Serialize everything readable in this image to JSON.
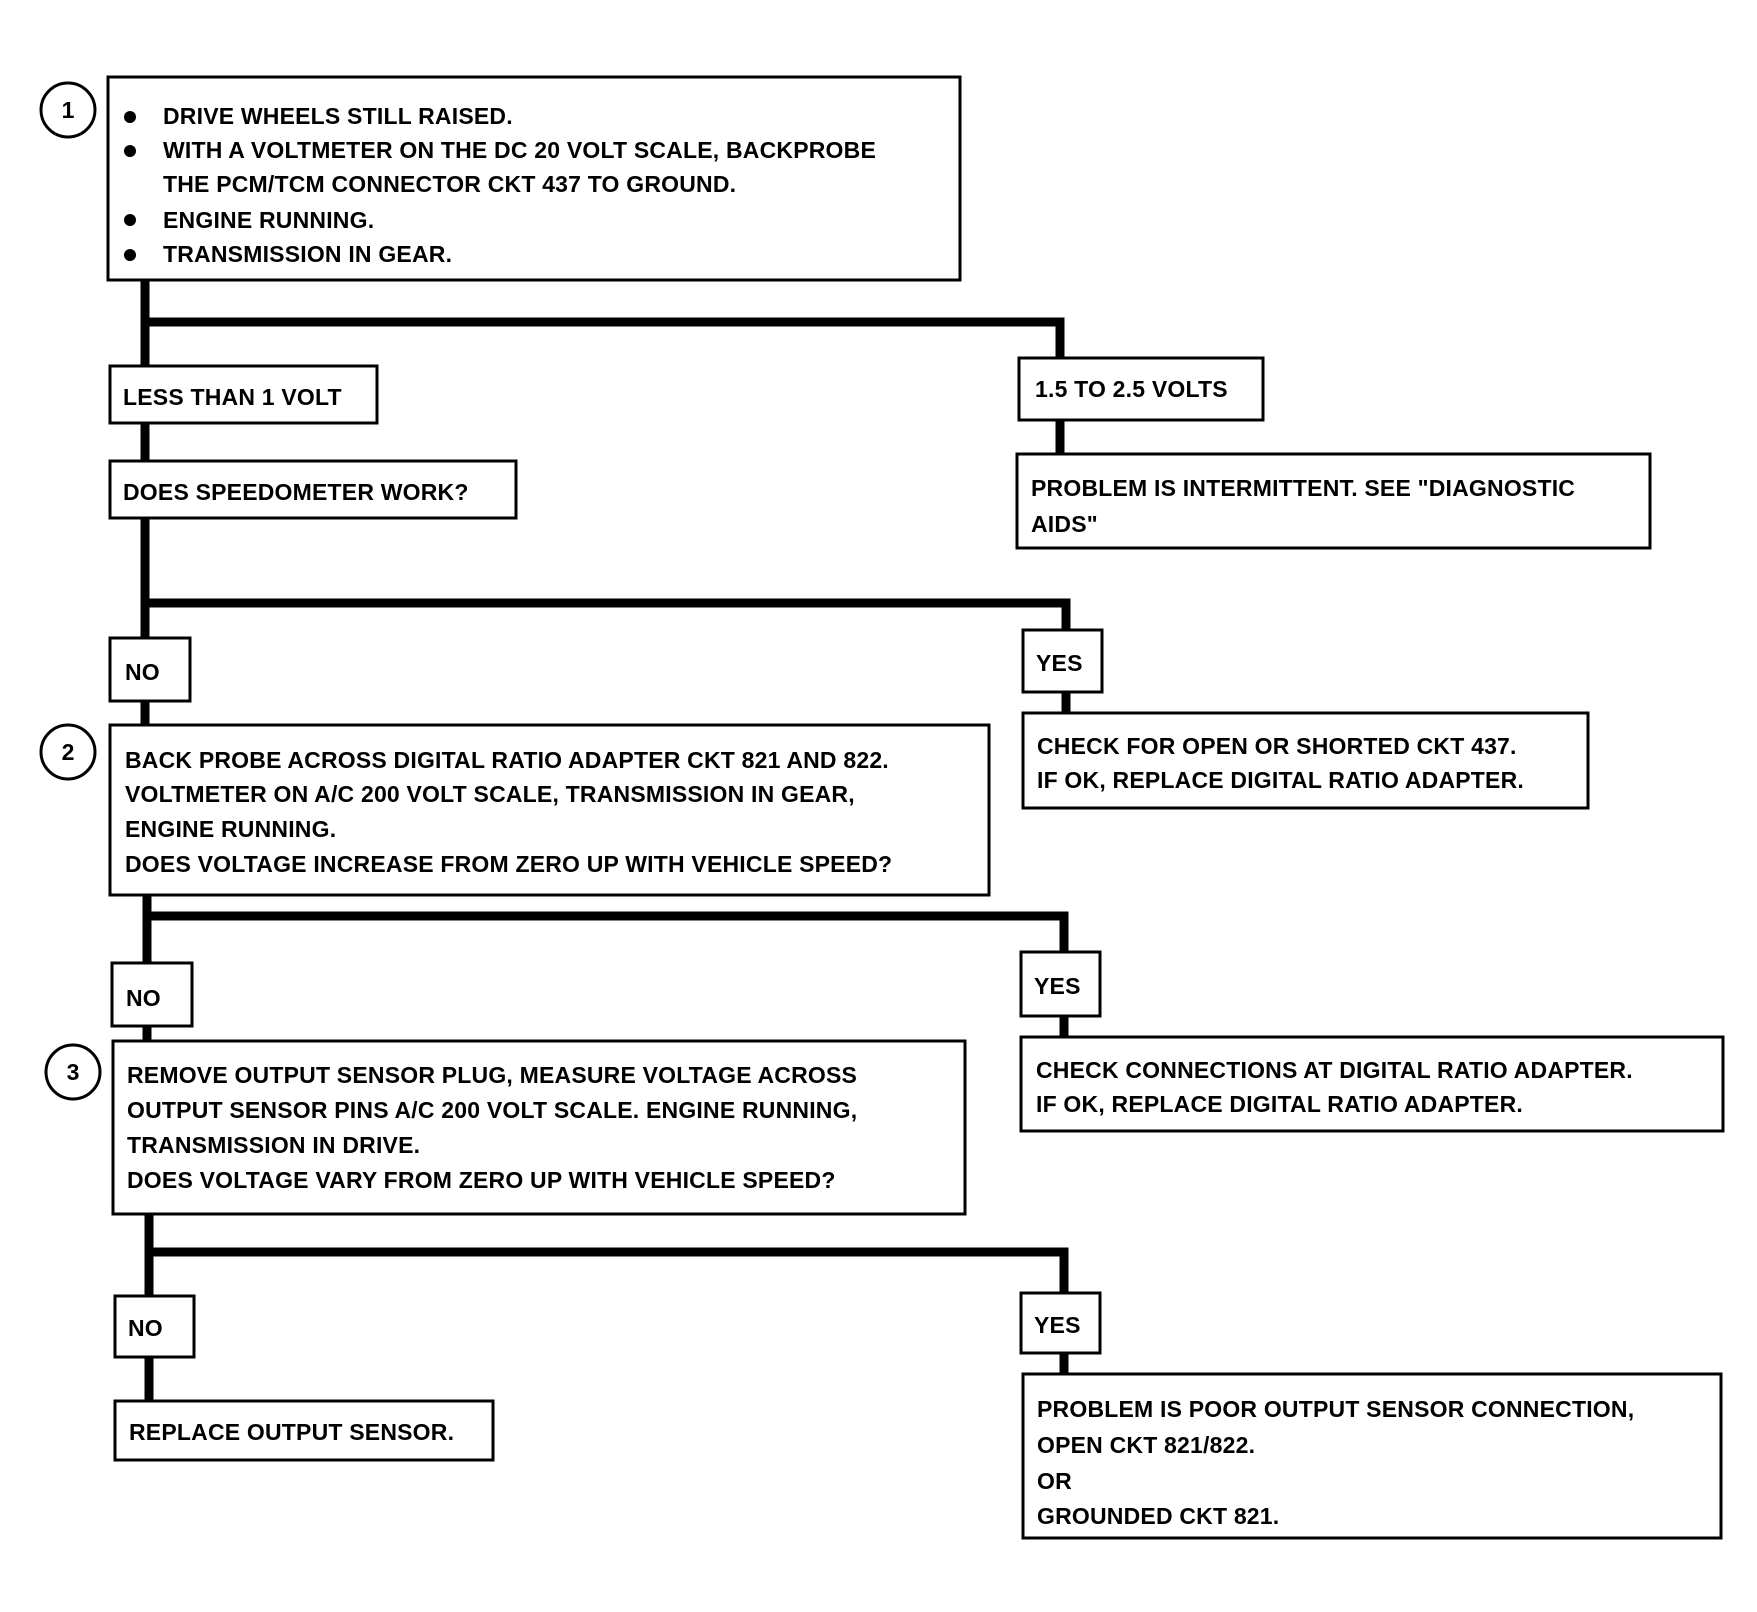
{
  "step1": {
    "number": "1",
    "bullets": [
      "DRIVE WHEELS STILL RAISED.",
      "WITH A VOLTMETER ON THE DC 20 VOLT SCALE, BACKPROBE",
      "THE PCM/TCM CONNECTOR CKT 437 TO GROUND.",
      "ENGINE RUNNING.",
      "TRANSMISSION IN GEAR."
    ]
  },
  "branch1": {
    "left_label": "LESS THAN 1 VOLT",
    "right_label": "1.5 TO 2.5 VOLTS",
    "right_result": [
      "PROBLEM IS INTERMITTENT.  SEE \"DIAGNOSTIC",
      "AIDS\""
    ]
  },
  "question_speedo": "DOES SPEEDOMETER WORK?",
  "branch2": {
    "no_label": "NO",
    "yes_label": "YES",
    "yes_result": [
      "CHECK FOR OPEN OR SHORTED CKT 437.",
      "IF OK, REPLACE DIGITAL RATIO ADAPTER."
    ]
  },
  "step2": {
    "number": "2",
    "lines": [
      "BACK PROBE ACROSS DIGITAL RATIO ADAPTER CKT 821 AND 822.",
      "VOLTMETER ON A/C 200 VOLT SCALE, TRANSMISSION IN GEAR,",
      "ENGINE RUNNING.",
      "DOES VOLTAGE INCREASE FROM ZERO UP WITH VEHICLE SPEED?"
    ]
  },
  "branch3": {
    "no_label": "NO",
    "yes_label": "YES",
    "yes_result": [
      "CHECK CONNECTIONS AT DIGITAL RATIO ADAPTER.",
      "IF OK, REPLACE DIGITAL RATIO ADAPTER."
    ]
  },
  "step3": {
    "number": "3",
    "lines": [
      "REMOVE OUTPUT SENSOR PLUG, MEASURE VOLTAGE ACROSS",
      "OUTPUT SENSOR PINS A/C 200 VOLT SCALE.  ENGINE RUNNING,",
      "TRANSMISSION IN DRIVE.",
      "DOES VOLTAGE VARY FROM ZERO UP WITH VEHICLE SPEED?"
    ]
  },
  "branch4": {
    "no_label": "NO",
    "yes_label": "YES",
    "no_result": "REPLACE OUTPUT SENSOR.",
    "yes_result": [
      "PROBLEM IS POOR OUTPUT SENSOR  CONNECTION,",
      "OPEN CKT 821/822.",
      "OR",
      "GROUNDED CKT 821."
    ]
  }
}
